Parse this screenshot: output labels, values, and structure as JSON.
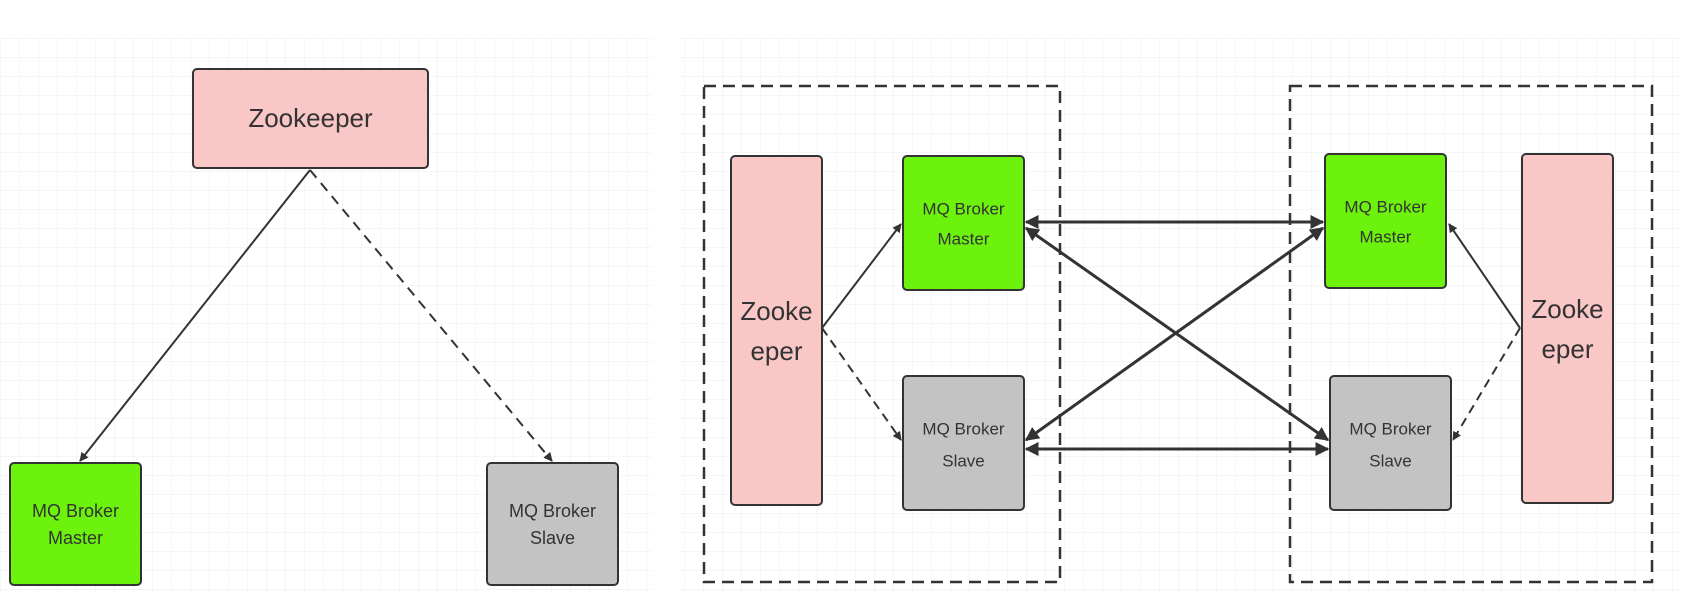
{
  "left_diagram": {
    "zookeeper": {
      "label": "Zookeeper"
    },
    "master": {
      "lines": [
        "MQ Broker",
        "Master"
      ]
    },
    "slave": {
      "lines": [
        "MQ Broker",
        "Slave"
      ]
    }
  },
  "right_diagram": {
    "cluster_a": {
      "zookeeper": {
        "lines": [
          "Zooke",
          "eper"
        ]
      },
      "master": {
        "lines": [
          "MQ Broker",
          "Master"
        ]
      },
      "slave": {
        "lines": [
          "MQ Broker",
          "Slave"
        ]
      }
    },
    "cluster_b": {
      "zookeeper": {
        "lines": [
          "Zooke",
          "eper"
        ]
      },
      "master": {
        "lines": [
          "MQ Broker",
          "Master"
        ]
      },
      "slave": {
        "lines": [
          "MQ Broker",
          "Slave"
        ]
      }
    }
  },
  "colors": {
    "zookeeper": "#f9c7c6",
    "master": "#6cf20c",
    "slave": "#c3c3c3",
    "stroke": "#333333",
    "grid": "#ececec"
  }
}
